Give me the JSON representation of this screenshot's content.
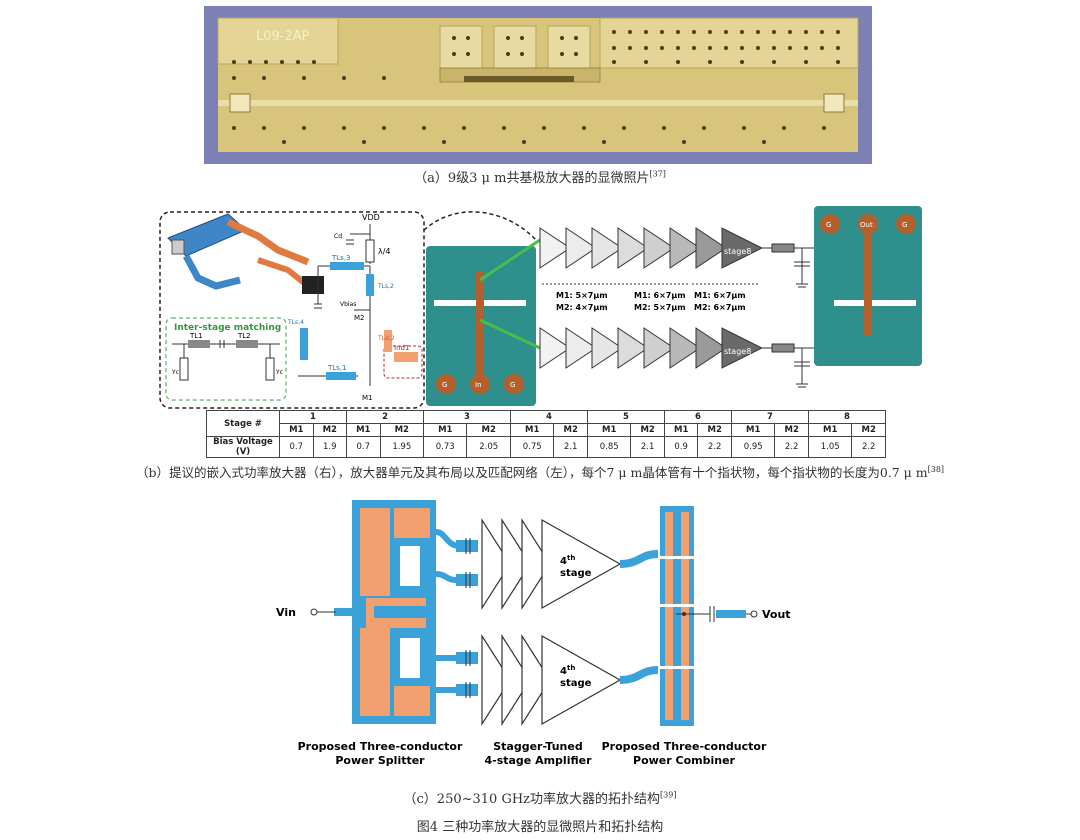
{
  "panel_a": {
    "chip_label": "L09-2AP",
    "caption_text": "（a）9级3 μ m共基极放大器的显微照片",
    "caption_ref": "[37]"
  },
  "panel_b": {
    "labels": {
      "vdd": "VDD",
      "cd": "Cd",
      "lambda4": "λ/4",
      "tl_s3": "TLs,3",
      "tl_s2": "TLs,2",
      "m2": "M2",
      "vbias": "Vbias",
      "tl_d2": "TLd,2",
      "ind1": "Ind1",
      "tl_s1": "TLs,1",
      "m1": "M1",
      "tl_e": "TLε,4",
      "inter_stage": "Inter-stage matching",
      "tl1": "TL1",
      "tl2": "TL2",
      "yc1": "Yc",
      "yc2": "Yc",
      "in_pads": [
        "G",
        "In",
        "G"
      ],
      "out_pads": [
        "G",
        "Out",
        "G"
      ],
      "stage8_top": "stage8",
      "stage8_bot": "stage8",
      "sizes_1": [
        "M1: 5×7μm",
        "M2: 4×7μm"
      ],
      "sizes_2": [
        "M1: 6×7μm",
        "M2: 5×7μm"
      ],
      "sizes_3": [
        "M1: 6×7μm",
        "M2: 6×7μm"
      ]
    },
    "table": {
      "row_header_1": "Stage #",
      "row_header_2": "Bias Voltage (V)",
      "stages": [
        "1",
        "2",
        "3",
        "4",
        "5",
        "6",
        "7",
        "8"
      ],
      "sub_headers": [
        "M1",
        "M2"
      ],
      "values": [
        [
          "0.7",
          "1.9"
        ],
        [
          "0.7",
          "1.95"
        ],
        [
          "0.73",
          "2.05"
        ],
        [
          "0.75",
          "2.1"
        ],
        [
          "0.85",
          "2.1"
        ],
        [
          "0.9",
          "2.2"
        ],
        [
          "0.95",
          "2.2"
        ],
        [
          "1.05",
          "2.2"
        ]
      ]
    },
    "caption_text": "（b）提议的嵌入式功率放大器（右），放大器单元及其布局以及匹配网络（左），每个7 μ m晶体管有十个指状物，每个指状物的长度为0.7 μ m",
    "caption_ref": "[38]"
  },
  "panel_c": {
    "vin": "Vin",
    "vout": "Vout",
    "stage_top": "4th stage",
    "stage_bot": "4th stage",
    "label_splitter": [
      "Proposed Three-conductor",
      "Power Splitter"
    ],
    "label_amp": [
      "Stagger-Tuned",
      "4-stage Amplifier"
    ],
    "label_combiner": [
      "Proposed Three-conductor",
      "Power Combiner"
    ],
    "caption_text": "（c）250~310 GHz功率放大器的拓扑结构",
    "caption_ref": "[39]"
  },
  "figure_caption": "图4    三种功率放大器的显微照片和拓扑结构",
  "colors": {
    "chip_bg": "#d8c47a",
    "chip_frame": "#7c80b4",
    "teal": "#2f8f8c",
    "copper": "#b4602c",
    "blue_line": "#3aa2d8",
    "orange_pad": "#f2a070",
    "green": "#44c04a"
  }
}
